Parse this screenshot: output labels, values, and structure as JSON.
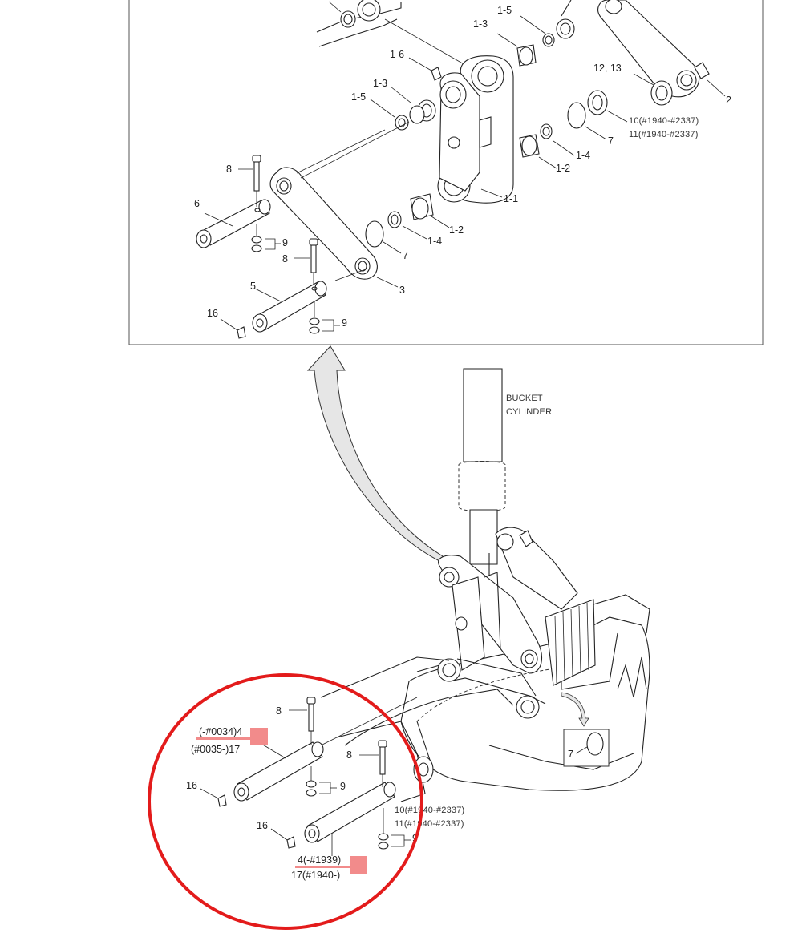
{
  "detail_labels": {
    "p1_5_top": "1-5",
    "p1_3_top": "1-3",
    "p1_6": "1-6",
    "p1_3_left": "1-3",
    "p1_5_left": "1-5",
    "p12_13": "12,  13",
    "p2": "2",
    "p10": "10(#1940-#2337)",
    "p11": "11(#1940-#2337)",
    "p7_right": "7",
    "p1_4_right": "1-4",
    "p1_2_right": "1-2",
    "p1_1": "1-1",
    "p8_top": "8",
    "p6": "6",
    "p9_top": "9",
    "p8_mid": "8",
    "p7_left": "7",
    "p1_4_left": "1-4",
    "p1_2_left": "1-2",
    "p5": "5",
    "p3": "3",
    "p16": "16",
    "p9_bottom": "9"
  },
  "main_labels": {
    "bucket_cylinder_line1": "BUCKET",
    "bucket_cylinder_line2": "CYLINDER",
    "p8_a": "8",
    "p4_serial_a": "(-#0034)4",
    "p17_serial_a": "(#0035-)17",
    "p16_a": "16",
    "p9_a": "9",
    "p8_b": "8",
    "p10": "10(#1940-#2337)",
    "p11": "11(#1940-#2337)",
    "p9_b": "9",
    "p16_b": "16",
    "p4_serial_b": "4(-#1939)",
    "p17_serial_b": "17(#1940-)",
    "p7_box": "7"
  },
  "colors": {
    "highlight_circle": "#e31b1b",
    "highlight_marker": "#f28b8b",
    "line": "#222222",
    "frame": "#555555"
  }
}
